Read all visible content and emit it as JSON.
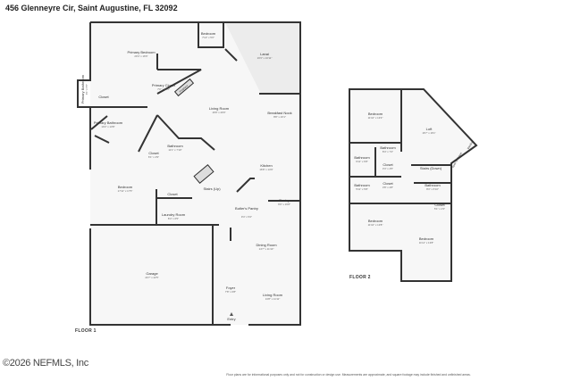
{
  "title": "456 Glenneyre Cir, Saint Augustine, FL 32092",
  "floor1": {
    "label": "FLOOR 1",
    "rooms": [
      {
        "name": "Primary Bedroom",
        "dim": "20'4\" x 16'6\""
      },
      {
        "name": "Bedroom",
        "dim": "7'10\" x 5'0\""
      },
      {
        "name": "Lanai",
        "dim": "16'3\" x 16'11\""
      },
      {
        "name": "Primary Closet",
        "dim": "7'0\" x 10'0\""
      },
      {
        "name": "Primary Bathroom",
        "dim": "8'1\" x 5'5\""
      },
      {
        "name": "Closet",
        "dim": ""
      },
      {
        "name": "Living Room",
        "dim": "16'8\" x 20'0\""
      },
      {
        "name": "Breakfast Nook",
        "dim": "8'8\" x 16'1\""
      },
      {
        "name": "Primary Bathroom",
        "dim": "10'2\" x 13'8\""
      },
      {
        "name": "Bathroom",
        "dim": "11'1\" x 7'10\""
      },
      {
        "name": "Closet",
        "dim": "6'1\" x 4'9\""
      },
      {
        "name": "Kitchen",
        "dim": "16'8\" x 14'9\""
      },
      {
        "name": "Bedroom",
        "dim": "17'11\" x 17'5\""
      },
      {
        "name": "Closet",
        "dim": ""
      },
      {
        "name": "Stairs (Up)",
        "dim": ""
      },
      {
        "name": "Laundry Room",
        "dim": "8'4\" x 6'5\""
      },
      {
        "name": "Butler's Pantry",
        "dim": "9'4\" x 5'2\""
      },
      {
        "name": "Pantry",
        "dim": "6'9\" x 16'8\""
      },
      {
        "name": "Dining Room",
        "dim": "14'7\" x 11'10\""
      },
      {
        "name": "Garage",
        "dim": "24'7\" x 22'5\""
      },
      {
        "name": "Foyer",
        "dim": "7'8\" x 6'8\""
      },
      {
        "name": "Living Room",
        "dim": "13'8\" x 11'11\""
      },
      {
        "name": "Entry",
        "dim": ""
      },
      {
        "name": "Fireplace",
        "dim": ""
      }
    ]
  },
  "floor2": {
    "label": "FLOOR 2",
    "rooms": [
      {
        "name": "Bedroom",
        "dim": "11'10\" x 13'3\""
      },
      {
        "name": "Loft",
        "dim": "16'7\" x 16'1\""
      },
      {
        "name": "Bathroom",
        "dim": "8'4\" x 7'2\""
      },
      {
        "name": "Bathroom",
        "dim": "6'11\" x 6'8\""
      },
      {
        "name": "Closet",
        "dim": "3'4\" x 4'5\""
      },
      {
        "name": "Stairs (Down)",
        "dim": ""
      },
      {
        "name": "Open to Below",
        "dim": ""
      },
      {
        "name": "Window",
        "dim": ""
      },
      {
        "name": "Bathroom",
        "dim": "5'11\" x 5'8\""
      },
      {
        "name": "Closet",
        "dim": "3'8\" x 4'8\""
      },
      {
        "name": "Bathroom",
        "dim": "8'3\" x 5'10\""
      },
      {
        "name": "Closet",
        "dim": "5'1\" x 2'3\""
      },
      {
        "name": "Bedroom",
        "dim": "11'10\" x 13'8\""
      },
      {
        "name": "Bedroom",
        "dim": "11'11\" x 13'8\""
      }
    ]
  },
  "copyright": "©2026 NEFMLS, Inc",
  "disclaimer": "Floor plans are for informational purposes only and not for construction or design use. Measurements are approximate, and square footage may include finished and unfinished areas."
}
